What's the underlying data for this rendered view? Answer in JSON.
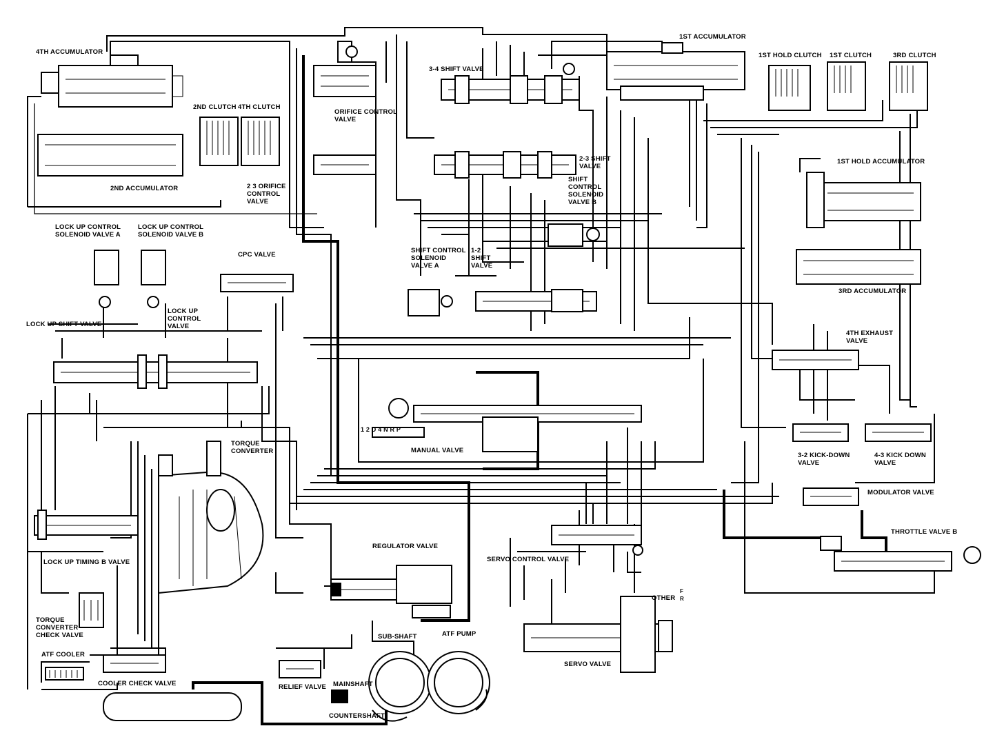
{
  "labels": {
    "acc_4th": "4TH ACCUMULATOR",
    "acc_1st": "1ST ACCUMULATOR",
    "hold_clutch_1st": "1ST HOLD CLUTCH",
    "clutch_1st": "1ST CLUTCH",
    "clutch_3rd": "3RD CLUTCH",
    "shift_34": "3-4 SHIFT VALVE",
    "clutch_2nd": "2ND CLUTCH",
    "clutch_4th": "4TH CLUTCH",
    "orifice_control": "ORIFICE CONTROL\nVALVE",
    "acc_2nd": "2ND ACCUMULATOR",
    "orifice_23": "2 3 ORIFICE\nCONTROL\nVALVE",
    "shift_23": "2-3 SHIFT\nVALVE",
    "solenoid_b": "SHIFT\nCONTROL\nSOLENOID\nVALVE B",
    "hold_acc_1st": "1ST HOLD ACCUMULATOR",
    "lockup_sol_a": "LOCK UP CONTROL\nSOLENOID VALVE A",
    "lockup_sol_b": "LOCK UP CONTROL\nSOLENOID VALVE B",
    "cpc_valve": "CPC VALVE",
    "solenoid_a": "SHIFT CONTROL\nSOLENOID\nVALVE A",
    "shift_12": "1-2\nSHIFT\nVALVE",
    "acc_3rd": "3RD ACCUMULATOR",
    "lockup_control": "LOCK UP\nCONTROL\nVALVE",
    "lockup_shift": "LOCK UP SHIFT VALVE",
    "exhaust_4th": "4TH EXHAUST\nVALVE",
    "torque_converter": "TORQUE\nCONVERTER",
    "manual_valve": "MANUAL VALVE",
    "kickdown_32": "3-2 KICK-DOWN\nVALVE",
    "kickdown_43": "4-3 KICK DOWN\nVALVE",
    "modulator": "MODULATOR VALVE",
    "regulator": "REGULATOR VALVE",
    "throttle_b": "THROTTLE VALVE B",
    "servo_control": "SERVO CONTROL VALVE",
    "lockup_timing_b": "LOCK UP TIMING B VALVE",
    "tc_check": "TORQUE\nCONVERTER\nCHECK VALVE",
    "other": "OTHER",
    "sub_shaft": "SUB-SHAFT",
    "atf_pump": "ATF PUMP",
    "servo_valve": "SERVO VALVE",
    "atf_cooler": "ATF COOLER",
    "cooler_check": "COOLER CHECK VALVE",
    "relief": "RELIEF VALVE",
    "mainshaft": "MAINSHAFT",
    "countershaft": "COUNTERSHAFT",
    "gear_positions": "1 2 D 4 N R P",
    "fr": "F\nR"
  }
}
